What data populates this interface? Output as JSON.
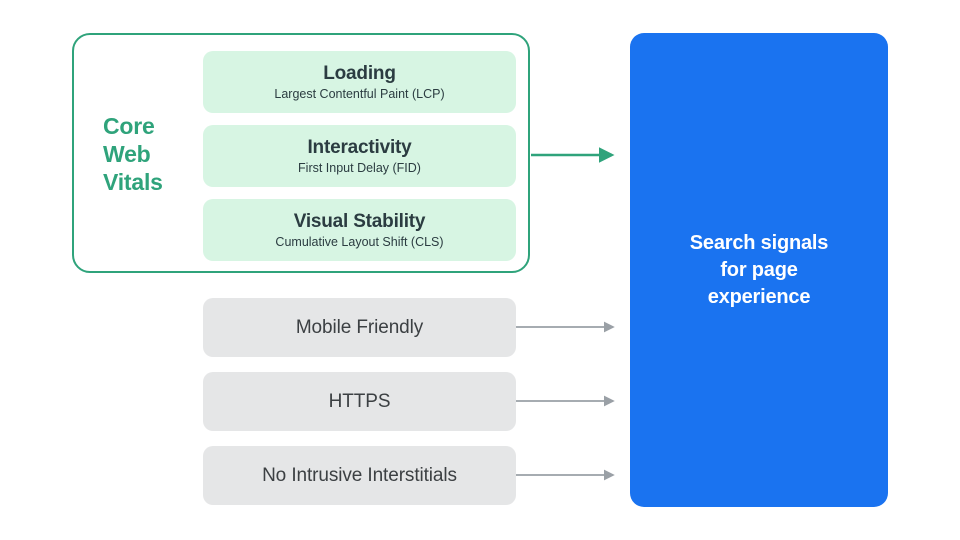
{
  "diagram": {
    "title": "Search signals for page experience",
    "colors": {
      "green": "#2FA37B",
      "mint": "#D7F5E3",
      "gray_card": "#E5E6E7",
      "blue": "#1A73F0",
      "dark_text": "#3C4043",
      "arrow_gray": "#9AA0A6",
      "background": "#FFFFFF"
    },
    "core_web_vitals": {
      "group_label": "Core\nWeb\nVitals",
      "group_label_lines": [
        "Core",
        "Web",
        "Vitals"
      ],
      "items": [
        {
          "title": "Loading",
          "subtitle": "Largest Contentful Paint (LCP)"
        },
        {
          "title": "Interactivity",
          "subtitle": "First Input Delay (FID)"
        },
        {
          "title": "Visual Stability",
          "subtitle": "Cumulative Layout Shift (CLS)"
        }
      ]
    },
    "other_signals": [
      {
        "label": "Mobile Friendly"
      },
      {
        "label": "HTTPS"
      },
      {
        "label": "No Intrusive Interstitials"
      }
    ],
    "destination": {
      "label": "Search signals\nfor page\nexperience"
    },
    "arrows": [
      {
        "name": "core-web-vitals-arrow",
        "color": "#2FA37B"
      },
      {
        "name": "mobile-friendly-arrow",
        "color": "#9AA0A6"
      },
      {
        "name": "https-arrow",
        "color": "#9AA0A6"
      },
      {
        "name": "no-intrusive-interstitials-arrow",
        "color": "#9AA0A6"
      }
    ]
  }
}
